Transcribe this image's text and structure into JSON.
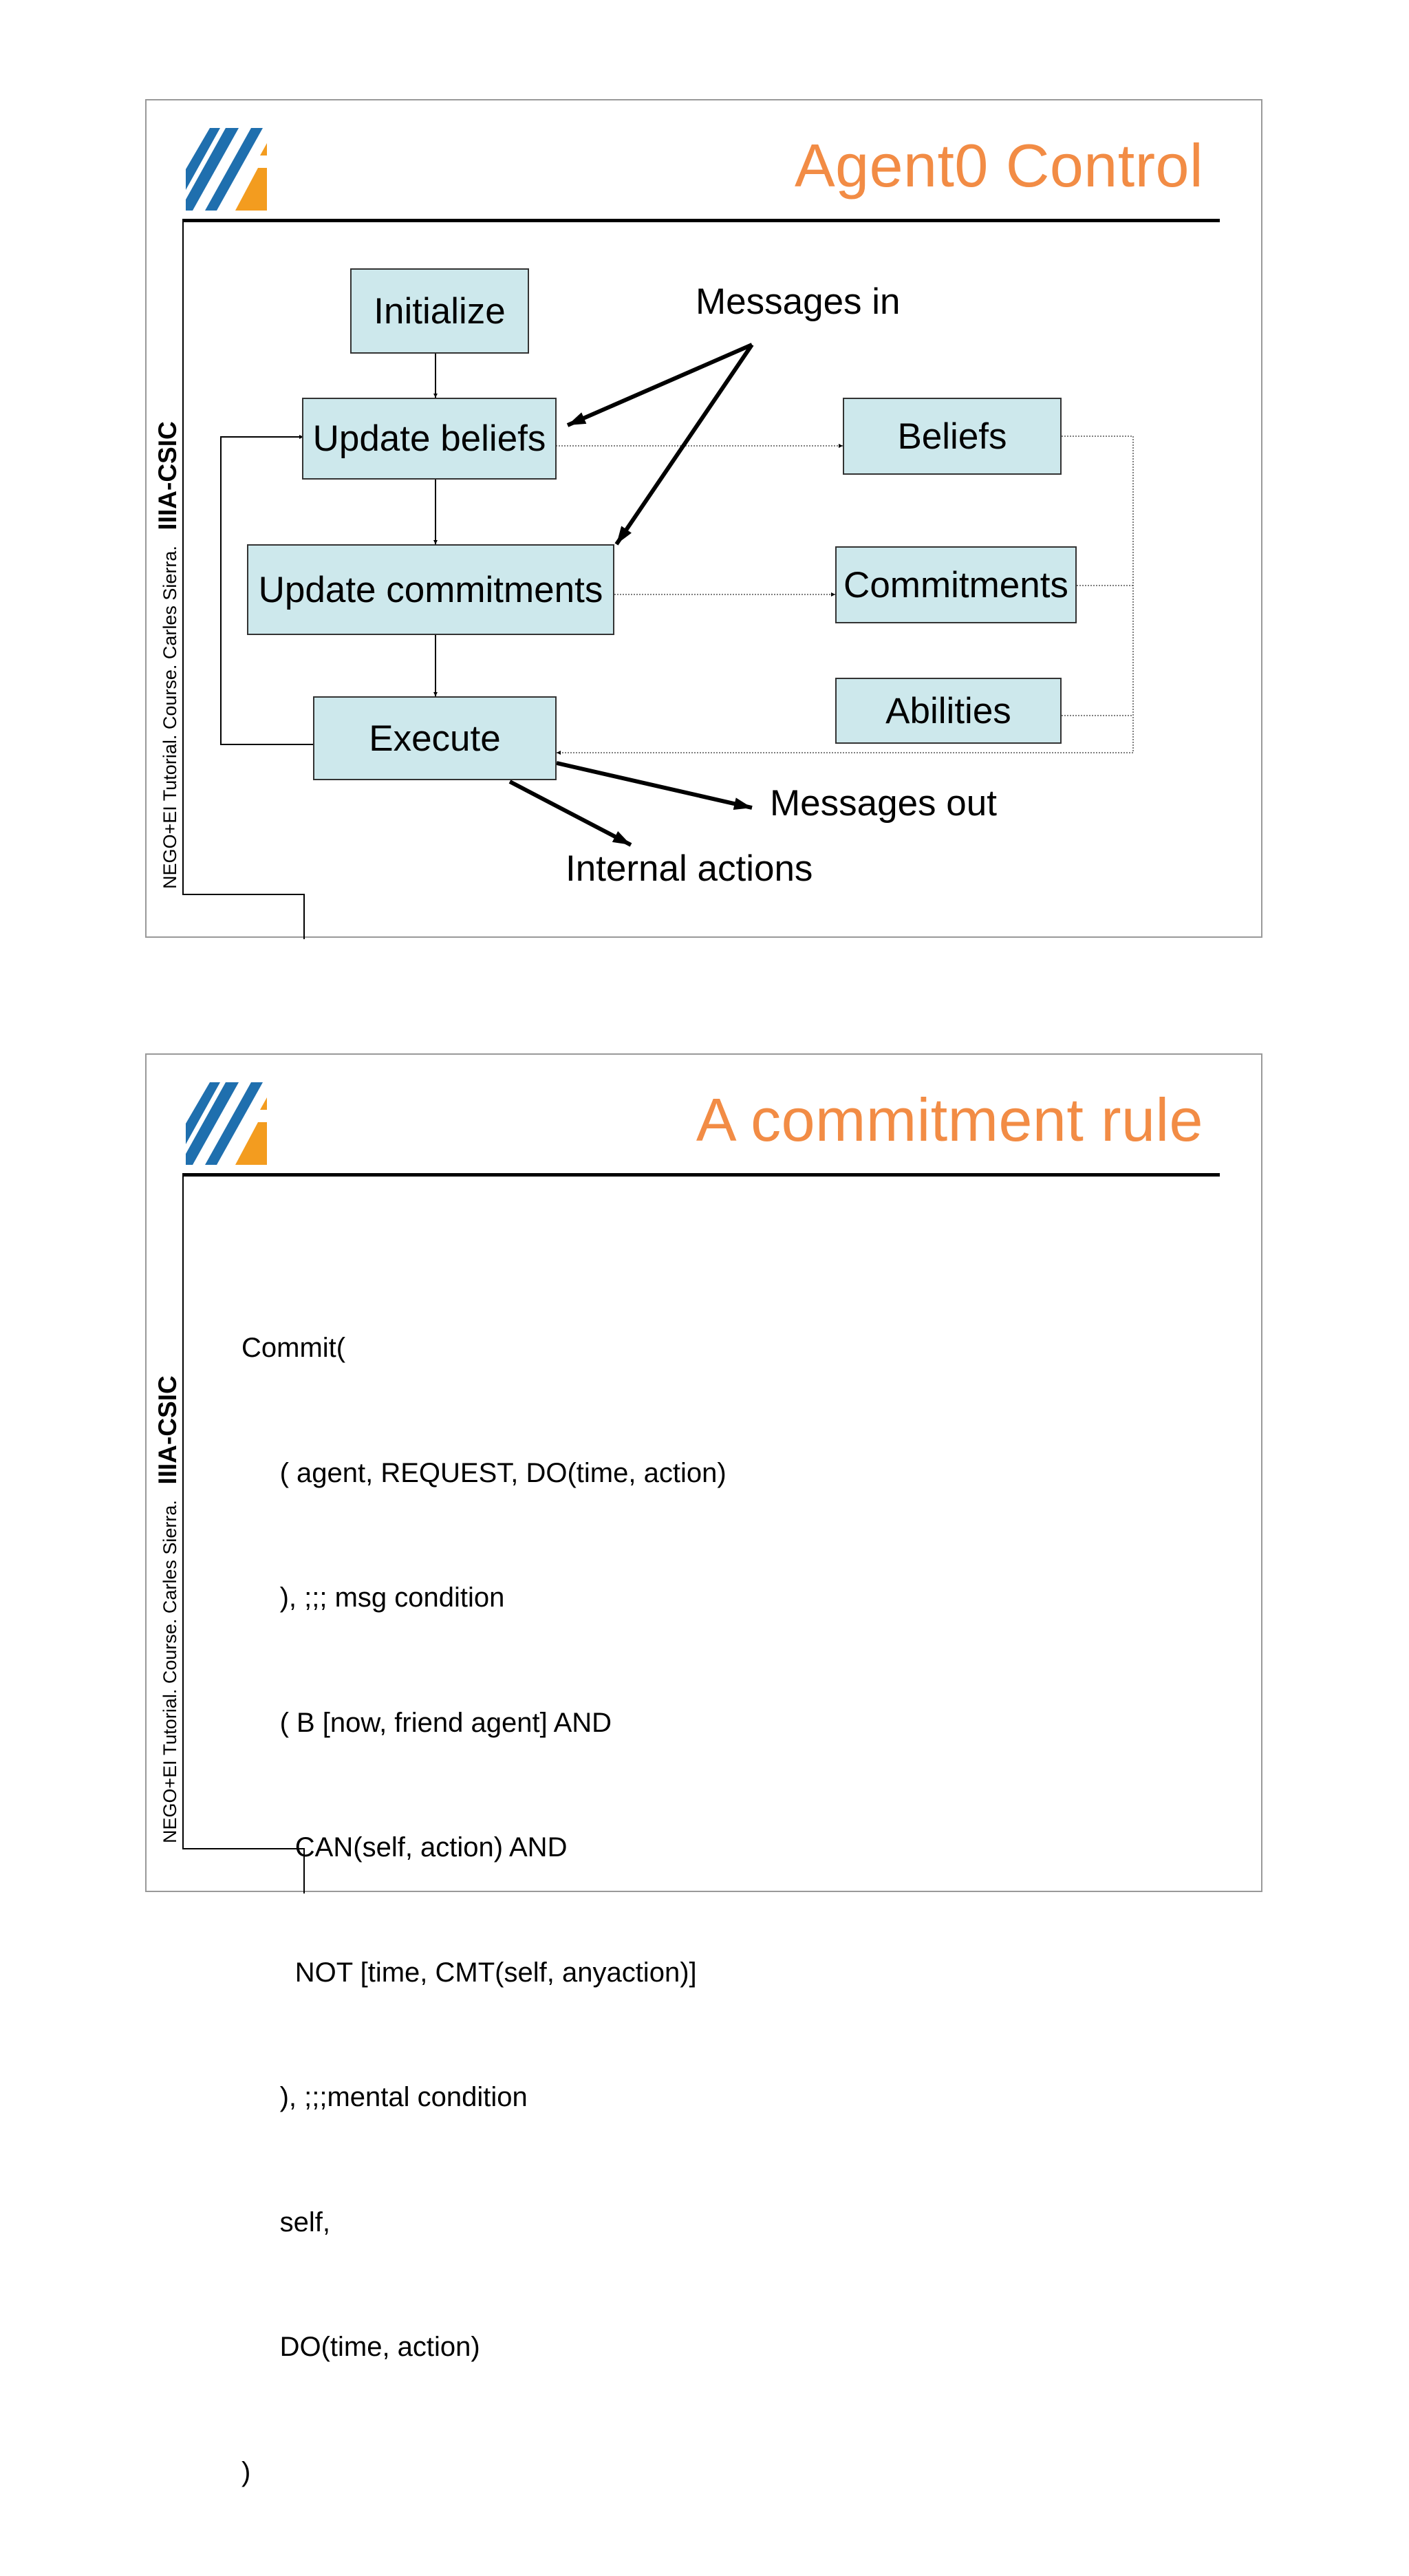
{
  "sidebar": {
    "org": "IIIA-CSIC",
    "course": "NEGO+EI Tutorial. Course. Carles Sierra."
  },
  "colors": {
    "title": "#f28c45",
    "box_fill": "#cde8ec",
    "logo_blue": "#1f6fae",
    "logo_orange": "#f39c1f"
  },
  "slide1": {
    "title": "Agent0 Control",
    "boxes": {
      "initialize": "Initialize",
      "update_beliefs": "Update beliefs",
      "update_commitments": "Update commitments",
      "execute": "Execute",
      "beliefs": "Beliefs",
      "commitments": "Commitments",
      "abilities": "Abilities"
    },
    "labels": {
      "messages_in": "Messages in",
      "messages_out": "Messages out",
      "internal_actions": "Internal actions"
    }
  },
  "slide2": {
    "title": "A commitment rule",
    "code_lines": [
      "Commit(",
      "     ( agent, REQUEST, DO(time, action)",
      "     ), ;;; msg condition",
      "     ( B [now, friend agent] AND",
      "       CAN(self, action) AND",
      "       NOT [time, CMT(self, anyaction)]",
      "     ), ;;;mental condition",
      "     self,",
      "     DO(time, action)",
      ")"
    ]
  }
}
